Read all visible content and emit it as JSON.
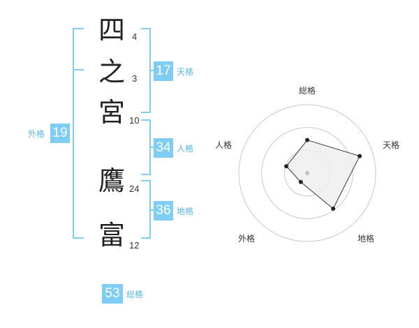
{
  "characters": [
    {
      "char": "四",
      "strokes": "4"
    },
    {
      "char": "之",
      "strokes": "3"
    },
    {
      "char": "宮",
      "strokes": "10"
    },
    {
      "char": "鷹",
      "strokes": "24"
    },
    {
      "char": "富",
      "strokes": "12"
    }
  ],
  "fortune": {
    "tenkaku": {
      "value": "17",
      "label": "天格"
    },
    "jinkaku": {
      "value": "34",
      "label": "人格"
    },
    "chikaku": {
      "value": "36",
      "label": "地格"
    },
    "gaikaku": {
      "value": "19",
      "label": "外格"
    },
    "soukaku": {
      "value": "53",
      "label": "総格"
    }
  },
  "chart_data": {
    "type": "radar",
    "axes": [
      "総格",
      "天格",
      "地格",
      "外格",
      "人格"
    ],
    "values": [
      3,
      5,
      4,
      1,
      2
    ],
    "max": 5,
    "rings": 3,
    "colors": {
      "ring": "#c8c8c8",
      "fill": "#efefef",
      "line": "#333333",
      "point": "#222222",
      "center": "#c0c0c0"
    }
  }
}
